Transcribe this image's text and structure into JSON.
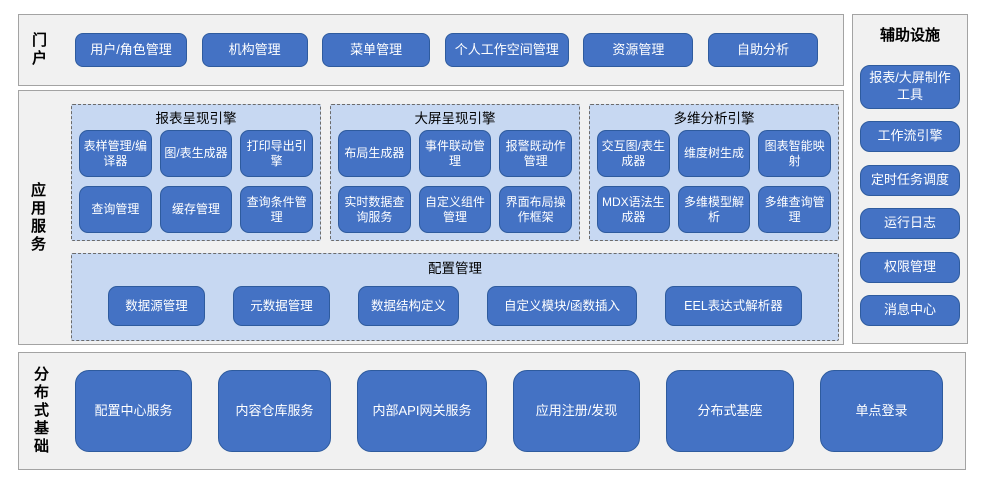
{
  "colors": {
    "button_fill": "#4472C4",
    "button_border": "#2E5B9E",
    "button_text": "#FFFFFF",
    "panel_fill": "#C7D8F2",
    "panel_dash_border": "#6B6B6B",
    "section_fill": "#F1F1F1",
    "section_border": "#A3A3A3",
    "label_text": "#000000",
    "page_background": "#FFFFFF"
  },
  "portal": {
    "label": "门户",
    "buttons": [
      "用户/角色管理",
      "机构管理",
      "菜单管理",
      "个人工作空间管理",
      "资源管理",
      "自助分析"
    ]
  },
  "app_services": {
    "label": "应用服务",
    "panels": [
      {
        "title": "报表呈现引擎",
        "buttons": [
          "表样管理/编译器",
          "图/表生成器",
          "打印导出引擎",
          "查询管理",
          "缓存管理",
          "查询条件管理"
        ]
      },
      {
        "title": "大屏呈现引擎",
        "buttons": [
          "布局生成器",
          "事件联动管理",
          "报警既动作管理",
          "实时数据查询服务",
          "自定义组件管理",
          "界面布局操作框架"
        ]
      },
      {
        "title": "多维分析引擎",
        "buttons": [
          "交互图/表生成器",
          "维度树生成",
          "图表智能映射",
          "MDX语法生成器",
          "多维模型解析",
          "多维查询管理"
        ]
      }
    ],
    "config_panel": {
      "title": "配置管理",
      "buttons": [
        "数据源管理",
        "元数据管理",
        "数据结构定义",
        "自定义模块/函数插入",
        "EEL表达式解析器"
      ]
    }
  },
  "auxiliary": {
    "label": "辅助设施",
    "buttons": [
      "报表/大屏制作工具",
      "工作流引擎",
      "定时任务调度",
      "运行日志",
      "权限管理",
      "消息中心"
    ]
  },
  "foundation": {
    "label": "分布式基础",
    "buttons": [
      "配置中心服务",
      "内容仓库服务",
      "内部API网关服务",
      "应用注册/发现",
      "分布式基座",
      "单点登录"
    ]
  }
}
